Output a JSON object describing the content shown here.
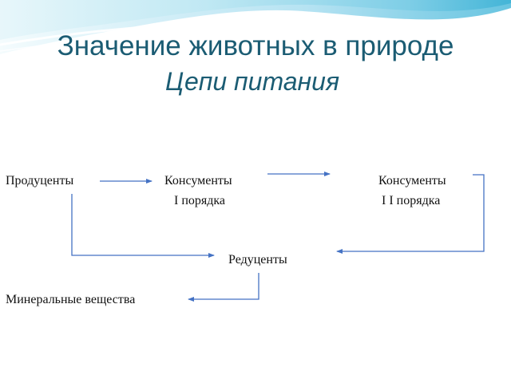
{
  "slide": {
    "title": "Значение животных в природе",
    "subtitle": "Цепи питания"
  },
  "diagram": {
    "producers": "Продуценты",
    "consumers_1_line1": "Консументы",
    "consumers_1_line2": "I порядка",
    "consumers_2_line1": "Консументы",
    "consumers_2_line2": "I I порядка",
    "decomposers": "Редуценты",
    "minerals": "Минеральные вещества"
  },
  "colors": {
    "title": "#1b5c73",
    "arrow": "#4472c4",
    "wave_light": "#cfeef6",
    "wave_mid": "#8fd3e8",
    "wave_dark": "#3fb3d6"
  }
}
